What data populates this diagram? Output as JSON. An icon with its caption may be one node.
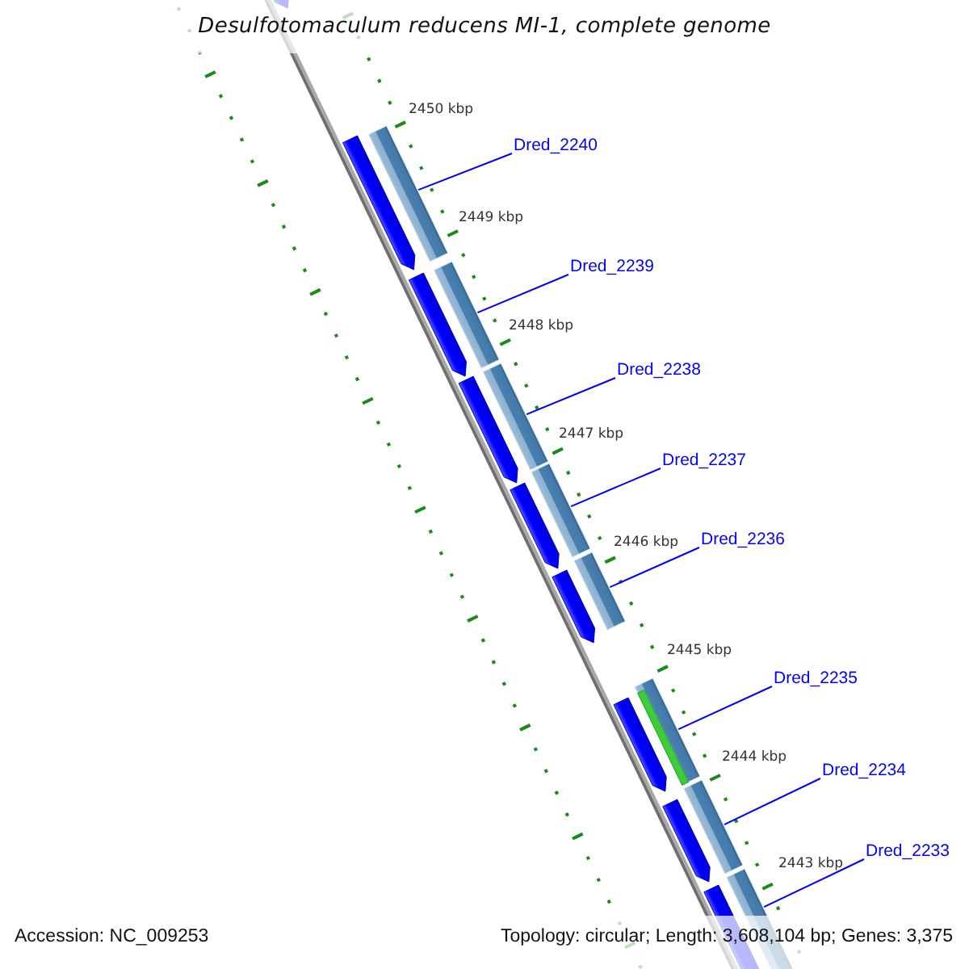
{
  "diagram": {
    "title": "Desulfotomaculum reducens MI-1, complete genome",
    "nodes": [
      {
        "text": [
          "Dred_2240"
        ]
      },
      {
        "text": [
          "Dred_2239"
        ]
      },
      {
        "text": [
          "Dred_2238"
        ]
      },
      {
        "text": [
          "Dred_2237"
        ]
      },
      {
        "text": [
          "Dred_2236"
        ]
      },
      {
        "text": [
          "Dred_2235"
        ]
      },
      {
        "text": [
          "Dred_2234"
        ]
      },
      {
        "text": [
          "Dred_2233"
        ]
      },
      {
        "text": [],
        "shape": "bar"
      },
      {
        "text": [],
        "shape": "bar"
      },
      {
        "text": [],
        "shape": "bar"
      },
      {
        "text": [],
        "shape": "bar"
      },
      {
        "text": [],
        "shape": "bar"
      },
      {
        "text": [],
        "shape": "bar"
      },
      {
        "text": [],
        "shape": "bar"
      },
      {
        "text": [],
        "shape": "bar"
      }
    ],
    "edges": [
      {
        "from": 0,
        "to": 8,
        "arrow": "none"
      },
      {
        "from": 1,
        "to": 9,
        "arrow": "none"
      },
      {
        "from": 2,
        "to": 10,
        "arrow": "none"
      },
      {
        "from": 3,
        "to": 11,
        "arrow": "none"
      },
      {
        "from": 4,
        "to": 12,
        "arrow": "none"
      },
      {
        "from": 5,
        "to": 13,
        "arrow": "none"
      },
      {
        "from": 6,
        "to": 14,
        "arrow": "none"
      },
      {
        "from": 7,
        "to": 15,
        "arrow": "none"
      }
    ],
    "labels": [
      "2450 kbp",
      "2449 kbp",
      "2448 kbp",
      "2447 kbp",
      "2446 kbp",
      "2445 kbp",
      "2444 kbp",
      "2443 kbp",
      "Accession: NC_009253",
      "Topology: circular; Length: 3,608,104 bp; Genes: 3,375"
    ]
  }
}
